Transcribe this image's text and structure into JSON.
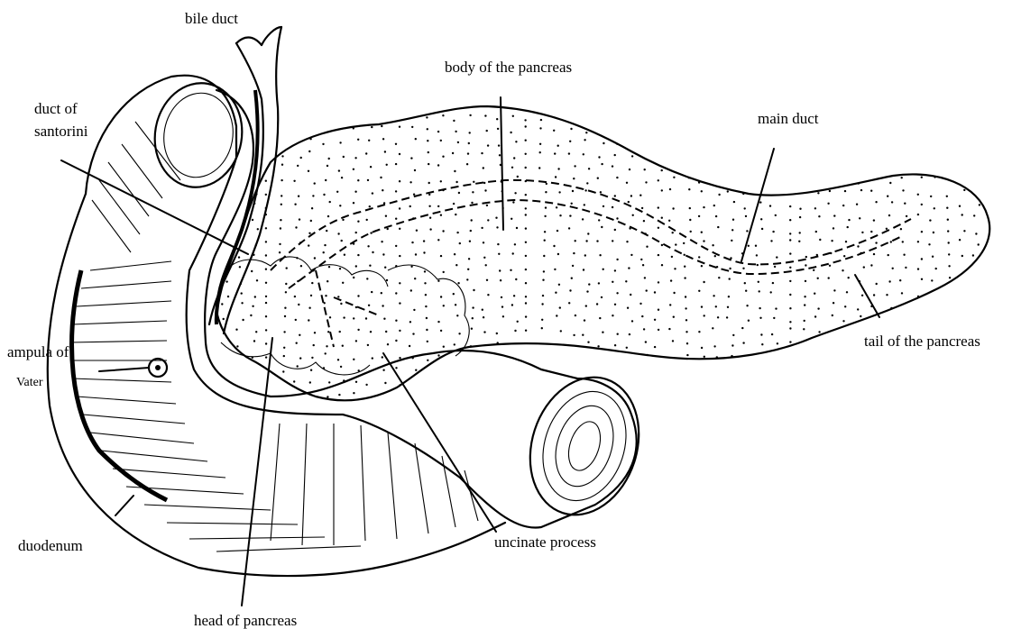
{
  "diagram": {
    "labels": {
      "bile_duct": "bile duct",
      "body": "body of the pancreas",
      "duct_of_santorini_line1": "duct of",
      "duct_of_santorini_line2": "santorini",
      "main_duct": "main duct",
      "tail": "tail of the pancreas",
      "ampulla_line1": "ampula of",
      "ampulla_line2": "Vater",
      "uncinate": "uncinate process",
      "duodenum": "duodenum",
      "head": "head of pancreas"
    }
  }
}
